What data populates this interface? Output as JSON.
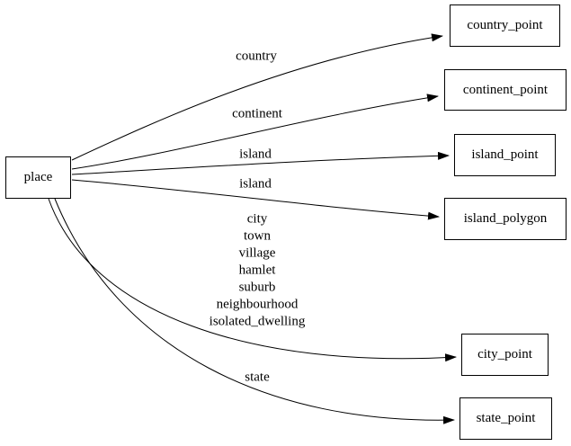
{
  "diagram": {
    "type": "directed-graph",
    "background_color": "#ffffff",
    "node_border_color": "#000000",
    "edge_color": "#000000",
    "nodes": [
      {
        "id": "place",
        "label": "place"
      },
      {
        "id": "country_point",
        "label": "country_point"
      },
      {
        "id": "continent_point",
        "label": "continent_point"
      },
      {
        "id": "island_point",
        "label": "island_point"
      },
      {
        "id": "island_polygon",
        "label": "island_polygon"
      },
      {
        "id": "city_point",
        "label": "city_point"
      },
      {
        "id": "state_point",
        "label": "state_point"
      }
    ],
    "edges": [
      {
        "from": "place",
        "to": "country_point",
        "label": "country"
      },
      {
        "from": "place",
        "to": "continent_point",
        "label": "continent"
      },
      {
        "from": "place",
        "to": "island_point",
        "label": "island"
      },
      {
        "from": "place",
        "to": "island_polygon",
        "label": "island"
      },
      {
        "from": "place",
        "to": "city_point",
        "label_lines": [
          "city",
          "town",
          "village",
          "hamlet",
          "suburb",
          "neighbourhood",
          "isolated_dwelling"
        ]
      },
      {
        "from": "place",
        "to": "state_point",
        "label": "state"
      }
    ]
  }
}
